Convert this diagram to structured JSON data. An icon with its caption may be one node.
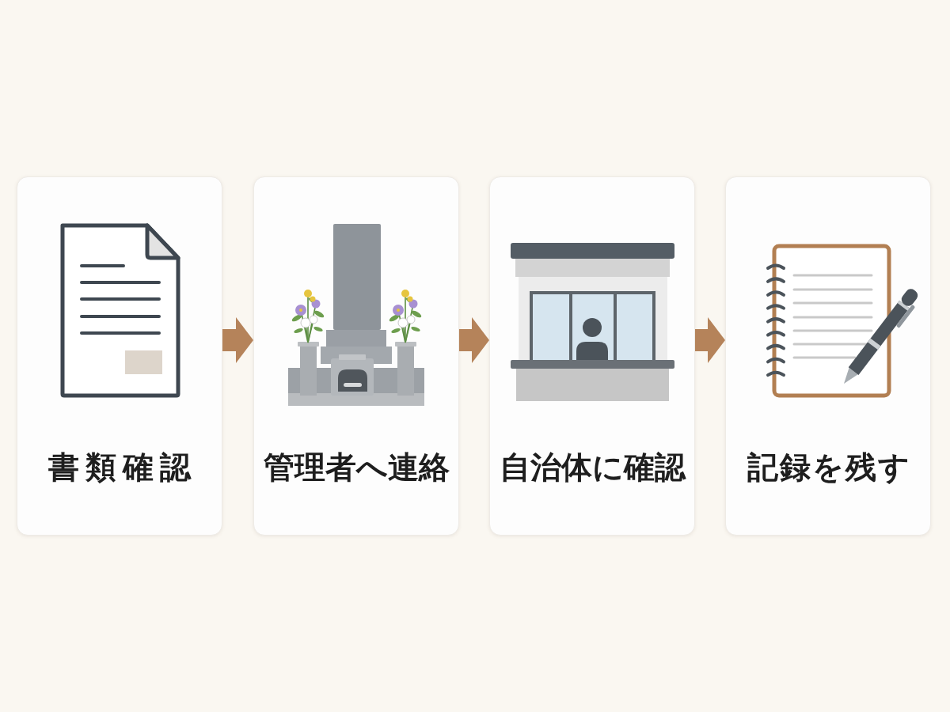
{
  "diagram": {
    "nodes": [
      {
        "text": [
          "書類確認"
        ]
      },
      {
        "text": [
          "管理者へ連絡"
        ]
      },
      {
        "text": [
          "自治体に確認"
        ]
      },
      {
        "text": [
          "記録を残す"
        ]
      }
    ],
    "edges": [
      {
        "from": 0,
        "to": 1,
        "arrow": "to"
      },
      {
        "from": 1,
        "to": 2,
        "arrow": "to"
      },
      {
        "from": 2,
        "to": 3,
        "arrow": "to"
      }
    ]
  }
}
